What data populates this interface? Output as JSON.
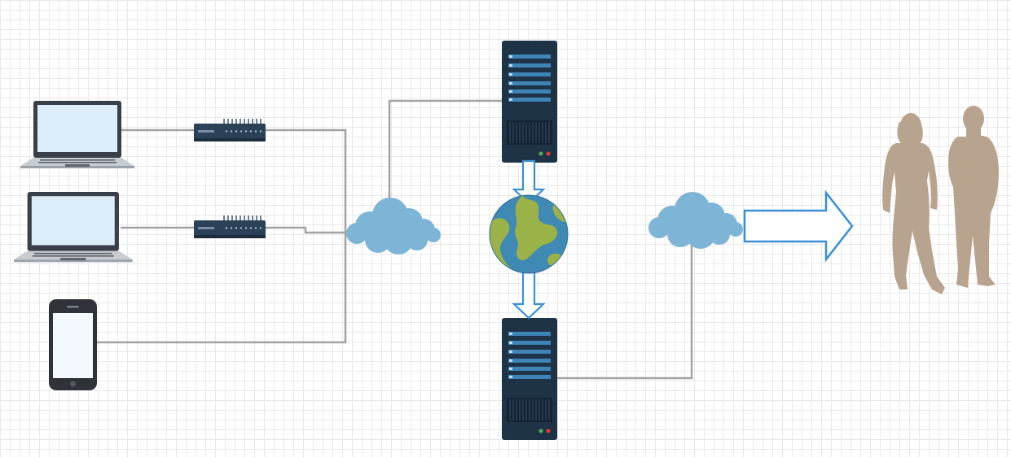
{
  "diagram": {
    "nodes": [
      {
        "id": "laptop-1",
        "kind": "laptop-icon"
      },
      {
        "id": "laptop-2",
        "kind": "laptop-icon"
      },
      {
        "id": "smartphone",
        "kind": "smartphone-icon"
      },
      {
        "id": "router-1",
        "kind": "router-icon"
      },
      {
        "id": "router-2",
        "kind": "router-icon"
      },
      {
        "id": "cloud-left",
        "kind": "cloud-icon"
      },
      {
        "id": "server-top",
        "kind": "server-icon"
      },
      {
        "id": "globe",
        "kind": "globe-icon"
      },
      {
        "id": "server-bottom",
        "kind": "server-icon"
      },
      {
        "id": "cloud-right",
        "kind": "cloud-icon"
      },
      {
        "id": "people",
        "kind": "people-silhouette-icon"
      }
    ],
    "connections": [
      {
        "from": "laptop-1",
        "to": "router-1"
      },
      {
        "from": "router-1",
        "to": "cloud-left"
      },
      {
        "from": "laptop-2",
        "to": "router-2"
      },
      {
        "from": "router-2",
        "to": "cloud-left"
      },
      {
        "from": "smartphone",
        "to": "cloud-left"
      },
      {
        "from": "cloud-left",
        "to": "server-top"
      },
      {
        "from": "server-top",
        "to": "globe",
        "style": "arrow"
      },
      {
        "from": "globe",
        "to": "server-bottom",
        "style": "arrow"
      },
      {
        "from": "server-bottom",
        "to": "cloud-right"
      },
      {
        "from": "cloud-right",
        "to": "people",
        "style": "arrow"
      }
    ]
  },
  "colors": {
    "line": "#a3a3a3",
    "arrow_stroke": "#3a8fd4",
    "arrow_fill": "#ffffff",
    "cloud": "#7eb5d6",
    "server_body": "#1f3347",
    "server_slot": "#3e84b6",
    "router_body": "#2b4157",
    "laptop_frame": "#3a4049",
    "laptop_screen": "#ddeefa",
    "laptop_base": "#c7ccd1",
    "phone_body": "#2f3238",
    "phone_screen": "#f4f9ff",
    "globe_ocean": "#3f89b5",
    "globe_land": "#9ab247",
    "people": "#b8a48e"
  }
}
